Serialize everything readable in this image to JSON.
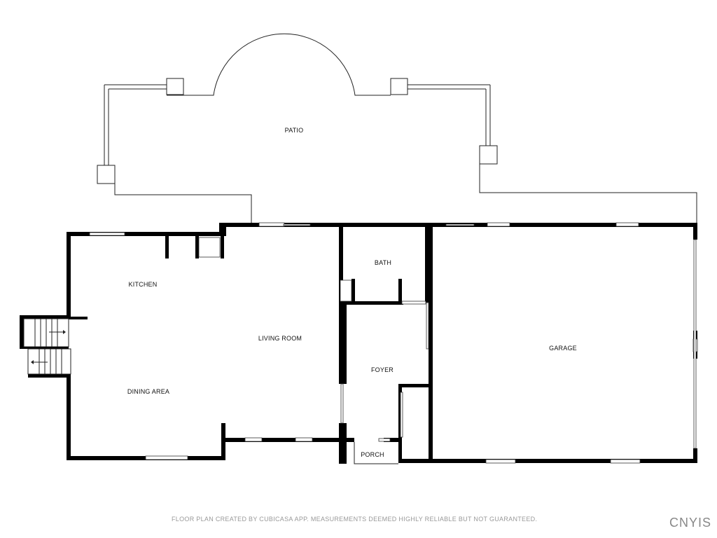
{
  "rooms": {
    "patio": "PATIO",
    "kitchen": "KITCHEN",
    "living_room": "LIVING ROOM",
    "dining_area": "DINING AREA",
    "bath": "BATH",
    "foyer": "FOYER",
    "garage": "GARAGE",
    "porch": "PORCH"
  },
  "footer": "FLOOR PLAN CREATED BY CUBICASA APP. MEASUREMENTS DEEMED HIGHLY RELIABLE BUT NOT GUARANTEED.",
  "brand": "CNYIS"
}
